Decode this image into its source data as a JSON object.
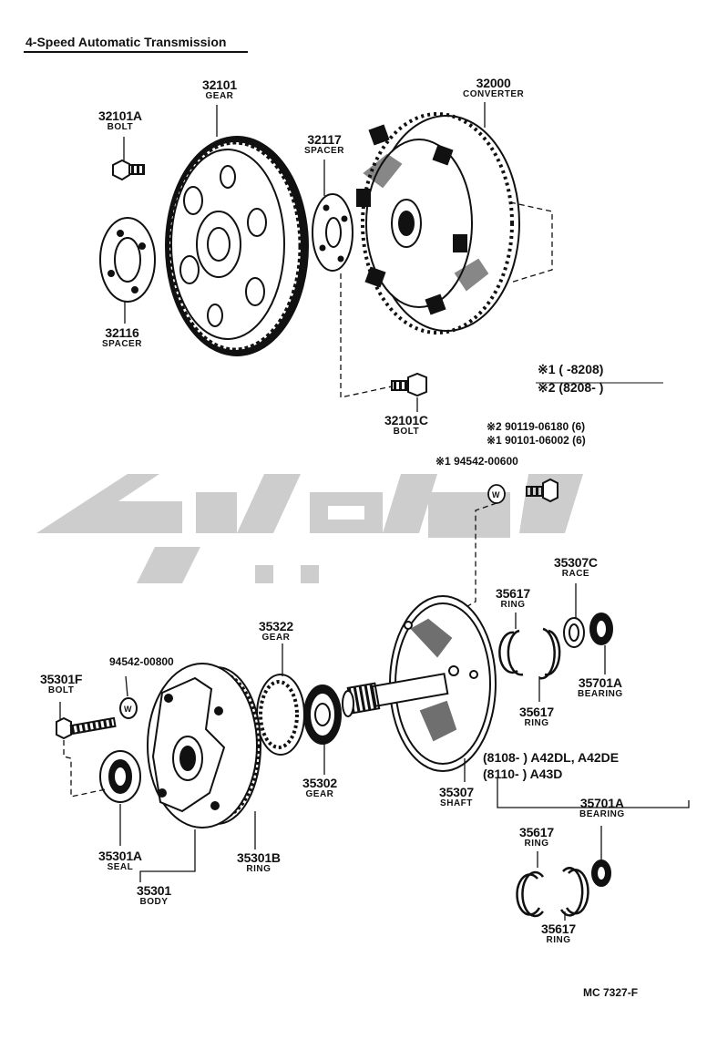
{
  "title": "4-Speed Automatic Transmission",
  "footer_code": "MC  7327-F",
  "parts": [
    {
      "id": "p32101A",
      "number": "32101A",
      "name": "BOLT"
    },
    {
      "id": "p32101",
      "number": "32101",
      "name": "GEAR"
    },
    {
      "id": "p32117",
      "number": "32117",
      "name": "SPACER"
    },
    {
      "id": "p32000",
      "number": "32000",
      "name": "CONVERTER"
    },
    {
      "id": "p32116",
      "number": "32116",
      "name": "SPACER"
    },
    {
      "id": "p32101C",
      "number": "32101C",
      "name": "BOLT"
    },
    {
      "id": "p35307C",
      "number": "35307C",
      "name": "RACE"
    },
    {
      "id": "p35617a",
      "number": "35617",
      "name": "RING"
    },
    {
      "id": "p35322",
      "number": "35322",
      "name": "GEAR"
    },
    {
      "id": "p35301F",
      "number": "35301F",
      "name": "BOLT"
    },
    {
      "id": "p35701Aa",
      "number": "35701A",
      "name": "BEARING"
    },
    {
      "id": "p35617b",
      "number": "35617",
      "name": "RING"
    },
    {
      "id": "p35302",
      "number": "35302",
      "name": "GEAR"
    },
    {
      "id": "p35307",
      "number": "35307",
      "name": "SHAFT"
    },
    {
      "id": "p35301A",
      "number": "35301A",
      "name": "SEAL"
    },
    {
      "id": "p35301B",
      "number": "35301B",
      "name": "RING"
    },
    {
      "id": "p35301",
      "number": "35301",
      "name": "BODY"
    },
    {
      "id": "p35701Ab",
      "number": "35701A",
      "name": "BEARING"
    },
    {
      "id": "p35617c",
      "number": "35617",
      "name": "RING"
    },
    {
      "id": "p35617d",
      "number": "35617",
      "name": "RING"
    }
  ],
  "notes": {
    "legend_1": "※1 (       -8208)",
    "legend_2": "※2 (8208-          )",
    "bolt_alt_2": "※2 90119-06180 (6)",
    "bolt_alt_1": "※1 90101-06002 (6)",
    "washer_1": "※1 94542-00600",
    "washer_pump": "94542-00800",
    "range_a": "(8108-          ) A42DL, A42DE",
    "range_b": "(8110-          ) A43D"
  }
}
